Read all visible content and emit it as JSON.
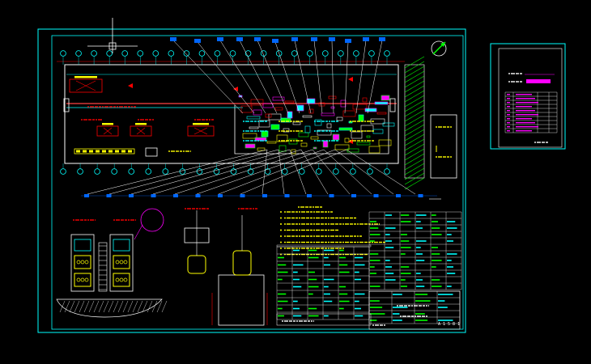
{
  "app": {
    "background": "#000000",
    "colors": {
      "sheet_border": "#00ffff",
      "building": "#ffffff",
      "cable": "#00ffff",
      "leader": "#ffffff",
      "grid_bubble": "#00ffff",
      "equipment": "#ff0000",
      "panel": "#ffff00",
      "table_text": "#00ff00",
      "title_text": "#ffffff",
      "index_highlight": "#ff00ff",
      "dimension": "#0066ff",
      "hatch": "#00ff00"
    }
  },
  "title_block": {
    "sheet_label": "Α 1 5 8 1",
    "project_label": "",
    "drawing_label": ""
  },
  "notes": {
    "heading": "",
    "lines": [
      "",
      "",
      "",
      "",
      "",
      ""
    ]
  },
  "grid": {
    "top_count": 22,
    "bottom_count": 20
  },
  "icons": [
    "north-arrow-icon",
    "crosshair-cursor-icon",
    "detail-callout-icon"
  ]
}
